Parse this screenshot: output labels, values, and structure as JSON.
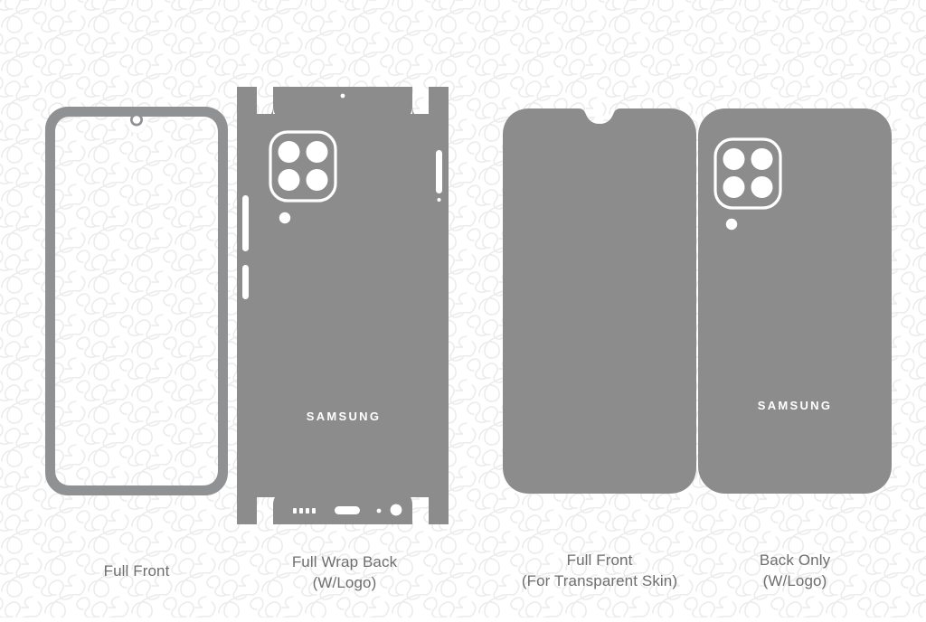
{
  "document": {
    "title": "Samsung Galaxy Skin Cutting Template",
    "background_color": "#ffffff",
    "watermark_text": "VecRas",
    "watermark_color": "#ececed"
  },
  "palette": {
    "fill_gray": "#8c8c8c",
    "outline_gray": "#909193",
    "cutout_white": "#ffffff",
    "caption_gray": "#6d6e70",
    "logo_white": "#ffffff"
  },
  "templates": [
    {
      "id": "full-front",
      "caption_lines": [
        "Full Front"
      ],
      "style": "outline",
      "features": [
        "waterdrop-notch",
        "front-camera-hole",
        "rounded-frame"
      ]
    },
    {
      "id": "full-wrap-back",
      "caption_lines": [
        "Full Wrap Back",
        "(W/Logo)"
      ],
      "style": "filled-wrap",
      "brand_logo": "SAMSUNG",
      "features": [
        "quad-camera-module",
        "flash-hole",
        "volume-button-cutout",
        "power-button-cutout",
        "right-side-button-cutout",
        "top-mic-hole",
        "speaker-grille",
        "usb-c-port",
        "bottom-mic-hole",
        "headphone-jack",
        "left-side-flap",
        "right-side-flap",
        "top-flap",
        "bottom-flap"
      ]
    },
    {
      "id": "front-transparent",
      "caption_lines": [
        "Full Front",
        "(For Transparent Skin)"
      ],
      "style": "filled",
      "features": [
        "top-notch-cut",
        "front-camera-hole"
      ]
    },
    {
      "id": "back-only",
      "caption_lines": [
        "Back Only",
        "(W/Logo)"
      ],
      "style": "filled",
      "brand_logo": "SAMSUNG",
      "features": [
        "quad-camera-module",
        "flash-hole"
      ]
    }
  ],
  "labels": {
    "full_front": "Full Front",
    "full_wrap_back_1": "Full Wrap Back",
    "full_wrap_back_2": "(W/Logo)",
    "front_transparent_1": "Full Front",
    "front_transparent_2": "(For Transparent Skin)",
    "back_only_1": "Back Only",
    "back_only_2": "(W/Logo)",
    "samsung_logo_wrap": "SAMSUNG",
    "samsung_logo_back": "SAMSUNG"
  }
}
